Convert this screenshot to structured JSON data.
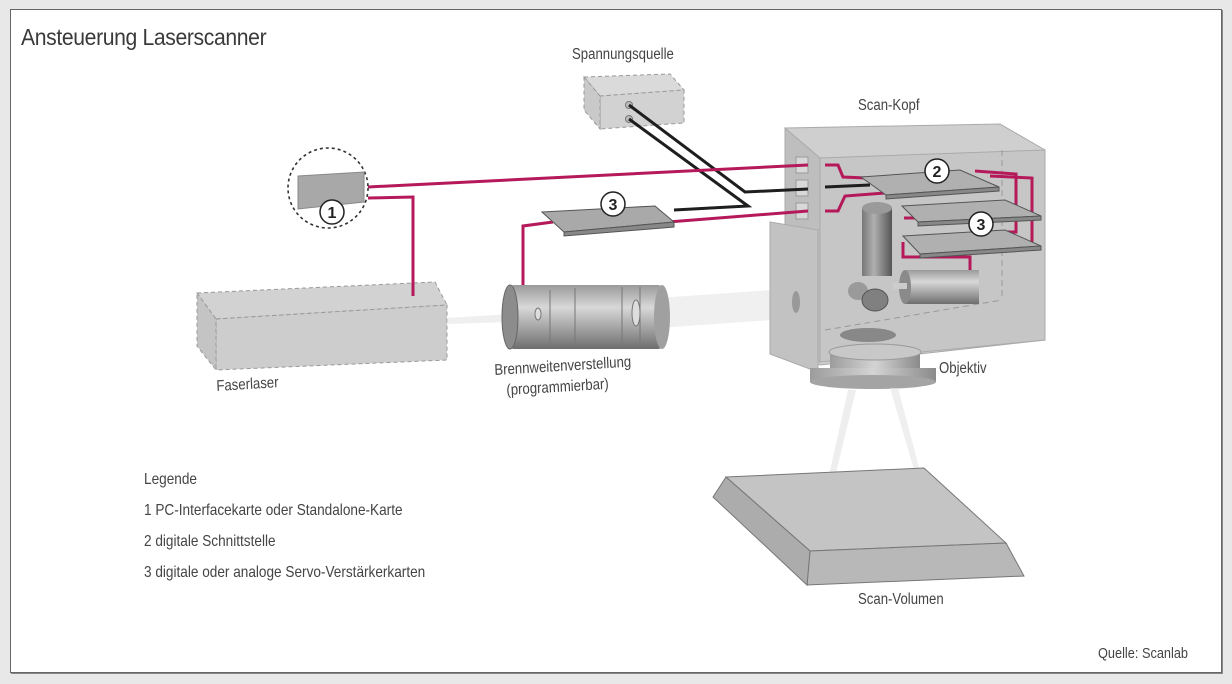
{
  "title": "Ansteuerung Laserscanner",
  "components": {
    "power_supply": "Spannungsquelle",
    "scan_head": "Scan-Kopf",
    "fiber_laser": "Faserlaser",
    "focus_adjust_line1": "Brennweitenverstellung",
    "focus_adjust_line2": "(programmierbar)",
    "objective": "Objektiv",
    "scan_volume": "Scan-Volumen"
  },
  "badges": {
    "pc_card": "1",
    "digital_interface": "2",
    "servo_card_external": "3",
    "servo_card_head": "3"
  },
  "legend": {
    "heading": "Legende",
    "items": [
      "1 PC-Interfacekarte oder Standalone-Karte",
      "2 digitale Schnittstelle",
      "3 digitale oder analoge Servo-Verstärkerkarten"
    ]
  },
  "source": "Quelle: Scanlab",
  "colors": {
    "signal_line": "#b5195a",
    "power_line": "#1e1e1e",
    "housing": "#c8c8c8"
  }
}
